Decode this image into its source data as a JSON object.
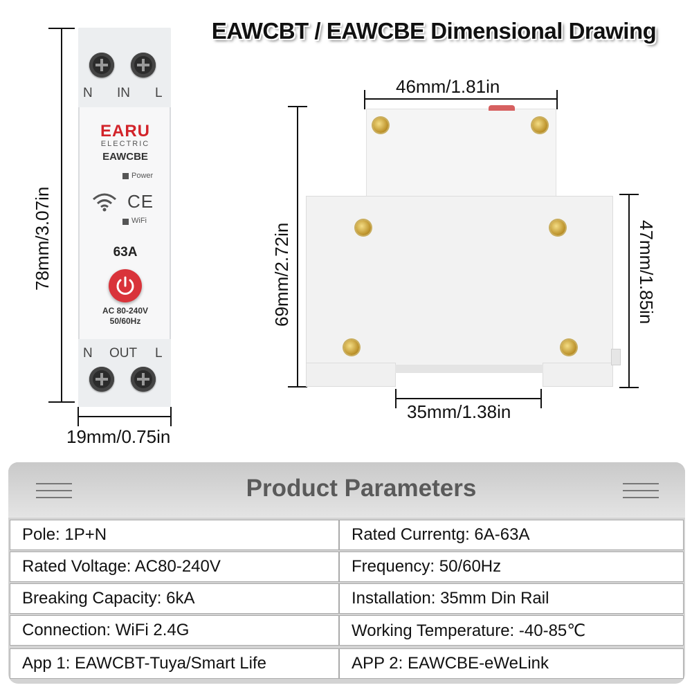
{
  "title": "EAWCBT / EAWCBE Dimensional Drawing",
  "device": {
    "top_terminals": [
      "N",
      "IN",
      "L"
    ],
    "bottom_terminals": [
      "N",
      "OUT",
      "L"
    ],
    "brand": "EARU",
    "brand_sub": "ELECTRIC",
    "model": "EAWCBE",
    "power_label": "Power",
    "ce_mark": "CE",
    "wifi_label": "WiFi",
    "rating": "63A",
    "voltage": "AC 80-240V",
    "frequency": "50/60Hz",
    "brand_color": "#d2232a",
    "button_color": "#d9333a"
  },
  "dimensions": {
    "front_height": "78mm/3.07in",
    "front_width": "19mm/0.75in",
    "side_top_width": "46mm/1.81in",
    "side_total_height": "69mm/2.72in",
    "side_body_height": "47mm/1.85in",
    "side_bottom_width": "35mm/1.38in"
  },
  "params": {
    "heading": "Product Parameters",
    "rows": [
      [
        "Pole: 1P+N",
        "Rated Currentg: 6A-63A"
      ],
      [
        "Rated Voltage: AC80-240V",
        "Frequency: 50/60Hz"
      ],
      [
        "Breaking Capacity: 6kA",
        "Installation: 35mm Din Rail"
      ],
      [
        "Connection: WiFi 2.4G",
        "Working Temperature: -40-85℃"
      ],
      [
        "App 1: EAWCBT-Tuya/Smart Life",
        "APP 2: EAWCBE-eWeLink"
      ]
    ]
  }
}
